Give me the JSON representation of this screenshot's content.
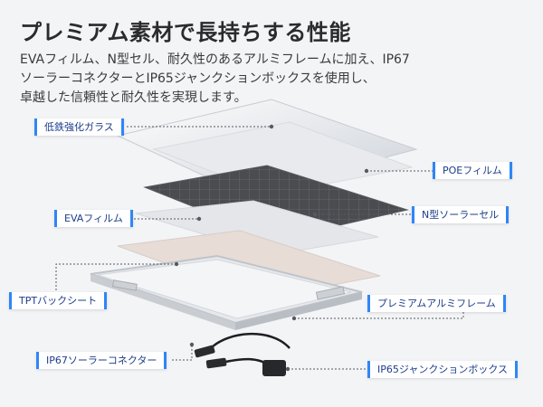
{
  "header": {
    "title": "プレミアム素材で長持ちする性能",
    "description": [
      "EVAフィルム、N型セル、耐久性のあるアルミフレームに加え、IP67",
      "ソーラーコネクターとIP65ジャンクションボックスを使用し、",
      "卓越した信頼性と耐久性を実現します。"
    ]
  },
  "labels": {
    "glass": "低鉄強化ガラス",
    "poe": "POEフィルム",
    "eva": "EVAフィルム",
    "cell": "N型ソーラーセル",
    "tpt": "TPTバックシート",
    "frame": "プレミアムアルミフレーム",
    "connector": "IP67ソーラーコネクター",
    "jbox": "IP65ジャンクションボックス"
  },
  "colors": {
    "accent": "#2f86f6",
    "title": "#2b2b2b",
    "label_text": "#1d3d8a"
  }
}
